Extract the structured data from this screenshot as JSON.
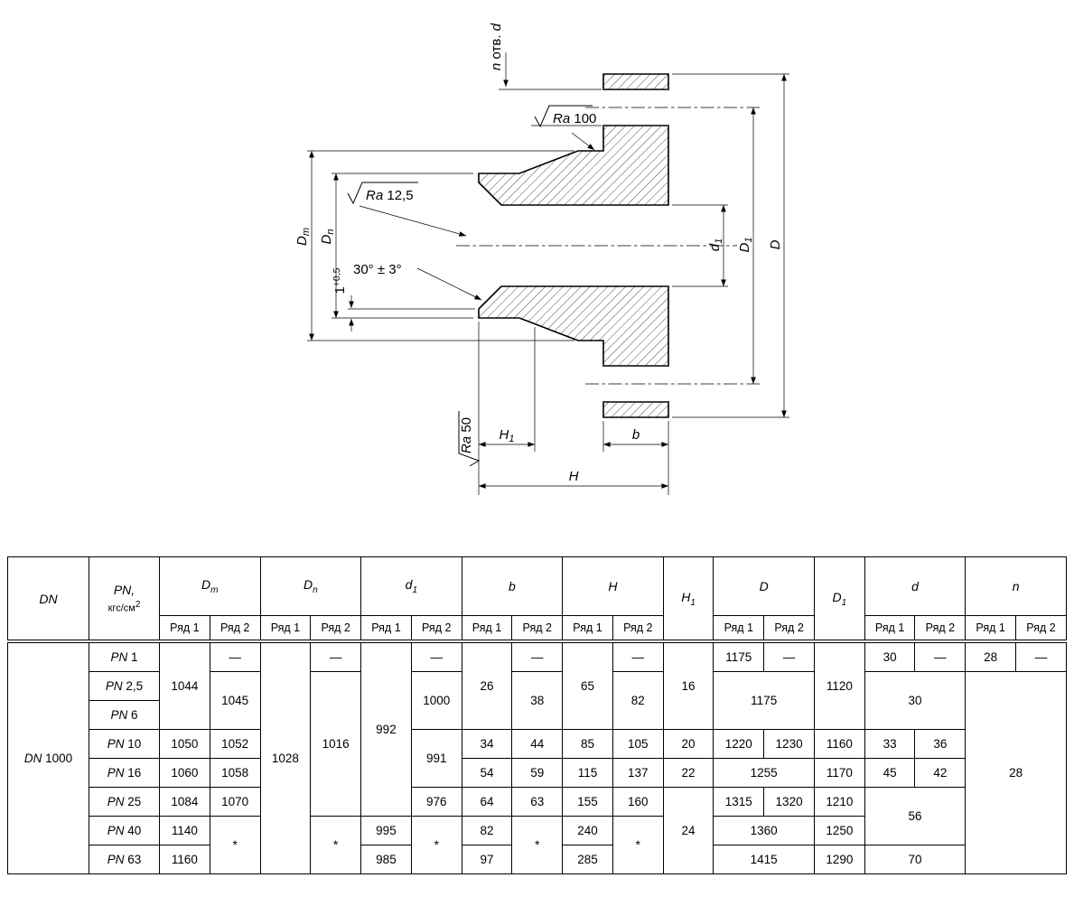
{
  "drawing": {
    "n_holes": {
      "n": "n",
      "otv": " отв. ",
      "d": "d"
    },
    "ra100": {
      "sym": "Ra",
      "val": " 100"
    },
    "ra125": {
      "sym": "Ra",
      "val": " 12,5"
    },
    "ra50": {
      "sym": "Ra",
      "val": " 50"
    },
    "angle": "30° ± 3°",
    "land": {
      "val": "1",
      "tol": "+0,5"
    },
    "dims": {
      "dm": {
        "main": "D",
        "sub": "m"
      },
      "dn": {
        "main": "D",
        "sub": "n"
      },
      "d1": {
        "main": "d",
        "sub": "1"
      },
      "D1": {
        "main": "D",
        "sub": "1"
      },
      "D": "D",
      "H1": {
        "main": "H",
        "sub": "1"
      },
      "H": "H",
      "b": "b"
    }
  },
  "table": {
    "headers": {
      "dn": "DN",
      "pn1": "PN,",
      "pn2": "кгс/см",
      "pn_sup": "2",
      "dm": {
        "main": "D",
        "sub": "m"
      },
      "dnn": {
        "main": "D",
        "sub": "n"
      },
      "d1": {
        "main": "d",
        "sub": "1"
      },
      "b": "b",
      "H": "H",
      "H1": {
        "main": "H",
        "sub": "1"
      },
      "D": "D",
      "D1": {
        "main": "D",
        "sub": "1"
      },
      "d": "d",
      "n": "n",
      "row1": "Ряд 1",
      "row2": "Ряд 2"
    },
    "body": {
      "dn_prefix": "DN",
      "dn_value": "1000",
      "pn_prefix": "PN",
      "pn": [
        "1",
        "2,5",
        "6",
        "10",
        "16",
        "25",
        "40",
        "63"
      ],
      "dm1": {
        "r123": "1044",
        "r4": "1050",
        "r5": "1060",
        "r6": "1084",
        "r7": "1140",
        "r8": "1160"
      },
      "dm2": {
        "r1": "—",
        "r23": "1045",
        "r4": "1052",
        "r5": "1058",
        "r6": "1070",
        "r78": "*"
      },
      "dnn1": {
        "r18": "1028"
      },
      "dnn2": {
        "r1": "—",
        "r26": "1016",
        "r78": "*"
      },
      "d11": {
        "r16": "992",
        "r7": "995",
        "r8": "985"
      },
      "d12": {
        "r1": "—",
        "r23": "1000",
        "r45": "991",
        "r6": "976",
        "r78": "*"
      },
      "b1": {
        "r123": "26",
        "r4": "34",
        "r5": "54",
        "r6": "64",
        "r7": "82",
        "r8": "97"
      },
      "b2": {
        "r1": "—",
        "r23": "38",
        "r4": "44",
        "r5": "59",
        "r6": "63",
        "r78": "*"
      },
      "H1": {
        "r123": "65",
        "r4": "85",
        "r5": "115",
        "r6": "155",
        "r7": "240",
        "r8": "285"
      },
      "H2": {
        "r1": "—",
        "r23": "82",
        "r4": "105",
        "r5": "137",
        "r6": "160",
        "r78": "*"
      },
      "h1": {
        "r123": "16",
        "r4": "20",
        "r5": "22",
        "r678": "24"
      },
      "D": {
        "r1a": "1175",
        "r1b": "—",
        "r23": "1175",
        "r4a": "1220",
        "r4b": "1230",
        "r5": "1255",
        "r6a": "1315",
        "r6b": "1320",
        "r7": "1360",
        "r8": "1415"
      },
      "D1": {
        "r123": "1120",
        "r4": "1160",
        "r5": "1170",
        "r6": "1210",
        "r7": "1250",
        "r8": "1290"
      },
      "d": {
        "r1a": "30",
        "r1b": "—",
        "r23": "30",
        "r4a": "33",
        "r4b": "36",
        "r5a": "45",
        "r5b": "42",
        "r67": "56",
        "r8": "70"
      },
      "n": {
        "r1a": "28",
        "r1b": "—",
        "r28": "28"
      }
    }
  }
}
